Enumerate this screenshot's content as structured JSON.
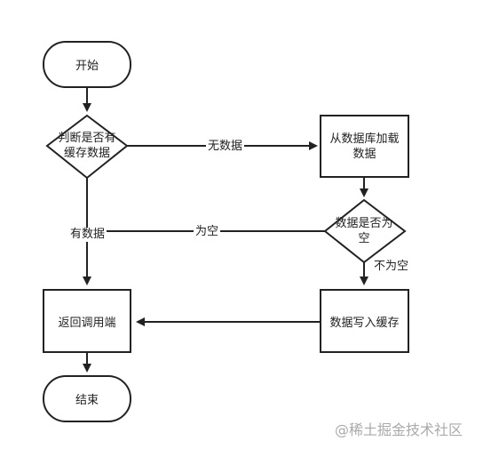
{
  "nodes": {
    "start": "开始",
    "check_cache": "判断是否有\n缓存数据",
    "load_db": "从数据库加载\n数据",
    "data_empty": "数据是否为\n空",
    "return_caller": "返回调用端",
    "write_cache": "数据写入缓存",
    "end": "结束"
  },
  "edge_labels": {
    "no_data": "无数据",
    "has_data": "有数据",
    "is_empty": "为空",
    "not_empty": "不为空"
  },
  "watermark": "@稀土掘金技术社区",
  "colors": {
    "stroke": "#222222",
    "fill": "#ffffff",
    "watermark": "#aaaaaa"
  }
}
